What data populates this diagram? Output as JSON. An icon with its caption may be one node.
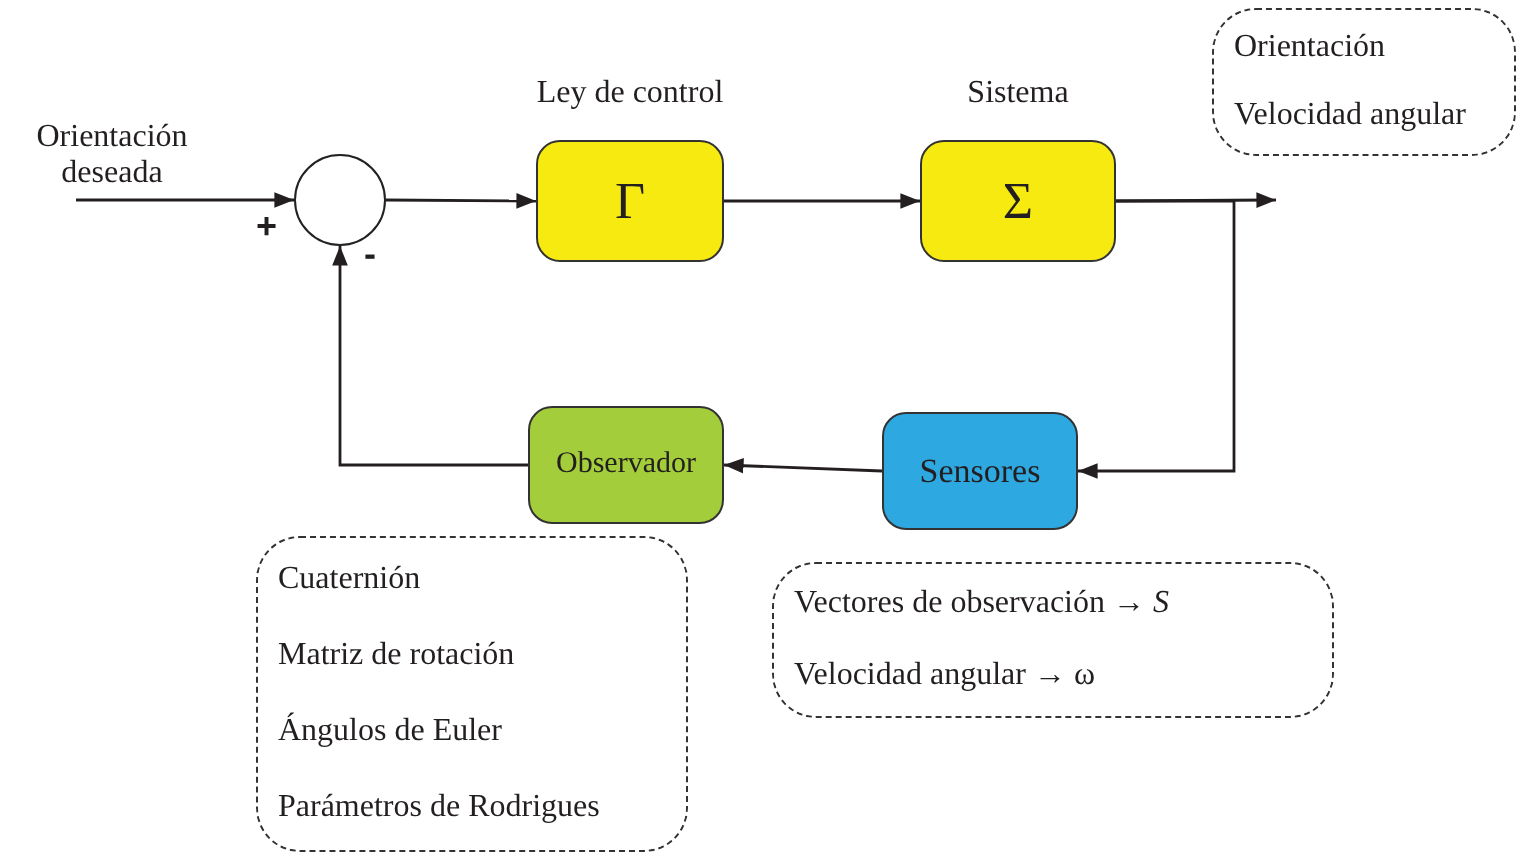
{
  "diagram": {
    "nodes": [
      {
        "text": [
          "Orientación deseada"
        ]
      },
      {
        "text": [],
        "shape": "circle"
      },
      {
        "text": [
          "Γ"
        ],
        "beside": [
          "Ley de control"
        ]
      },
      {
        "text": [
          "Σ"
        ],
        "beside": [
          "Sistema"
        ]
      },
      {
        "text": [
          "Orientación",
          "Velocidad angular"
        ]
      },
      {
        "text": [
          "Observador"
        ]
      },
      {
        "text": [
          "Sensores"
        ]
      },
      {
        "text": [
          "Cuaternión",
          "Matriz de rotación",
          "Ángulos de Euler",
          "Parámetros de Rodrigues"
        ]
      },
      {
        "text": [
          "Vectores de observación → *S*",
          "Velocidad angular → ω"
        ]
      }
    ],
    "edges": [
      {
        "from": 0,
        "to": 1,
        "arrow": "to"
      },
      {
        "from": 1,
        "to": 2,
        "arrow": "to"
      },
      {
        "from": 2,
        "to": 3,
        "arrow": "to"
      },
      {
        "from": 3,
        "to": 4,
        "arrow": "to"
      },
      {
        "from": 3,
        "to": 6,
        "arrow": "to"
      },
      {
        "from": 6,
        "to": 5,
        "arrow": "to"
      },
      {
        "from": 5,
        "to": 1,
        "arrow": "to"
      }
    ],
    "labels": [
      "+",
      "-"
    ]
  }
}
